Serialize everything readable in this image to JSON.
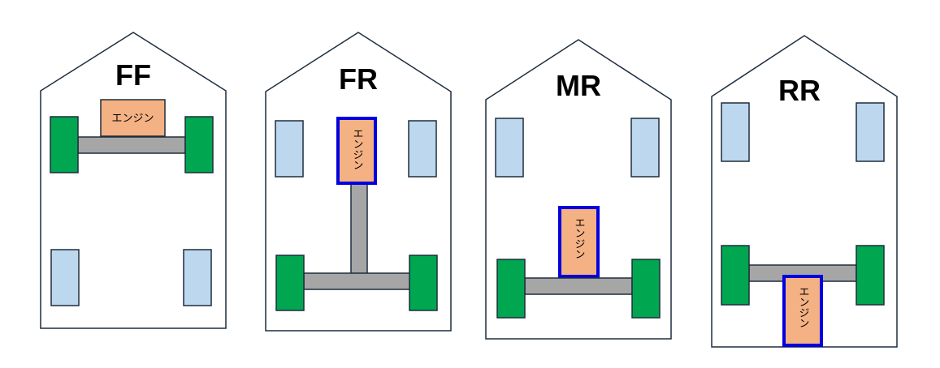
{
  "engine_label": "エンジン",
  "colors": {
    "body_stroke": "#1f2d3d",
    "drive_wheel": "#00a650",
    "free_wheel": "#bdd7ee",
    "axle": "#a6a6a6",
    "engine_fill": "#f4b183",
    "engine_border_highlight": "#0000e0"
  },
  "layouts": [
    {
      "title": "FF",
      "engine_orientation": "horizontal",
      "drive_wheels": "front"
    },
    {
      "title": "FR",
      "engine_orientation": "vertical",
      "drive_wheels": "rear"
    },
    {
      "title": "MR",
      "engine_orientation": "vertical",
      "drive_wheels": "rear"
    },
    {
      "title": "RR",
      "engine_orientation": "vertical",
      "drive_wheels": "rear"
    }
  ]
}
